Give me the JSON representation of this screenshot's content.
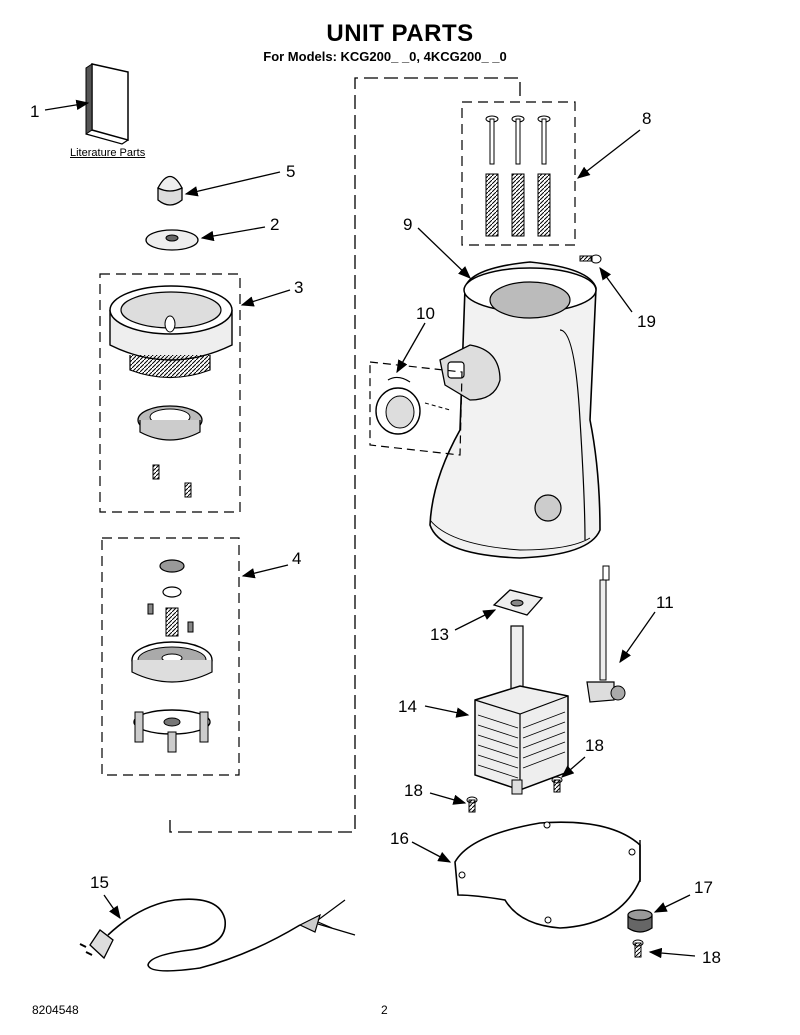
{
  "header": {
    "title": "UNIT PARTS",
    "subtitle": "For Models: KCG200_ _0, 4KCG200_ _0"
  },
  "literature_label": "Literature Parts",
  "callouts": {
    "c1": "1",
    "c2": "2",
    "c3": "3",
    "c4": "4",
    "c5": "5",
    "c8": "8",
    "c9": "9",
    "c10": "10",
    "c11": "11",
    "c13": "13",
    "c14": "14",
    "c15": "15",
    "c16": "16",
    "c17": "17",
    "c18a": "18",
    "c18b": "18",
    "c18c": "18",
    "c19": "19"
  },
  "footer": {
    "doc_number": "8204548",
    "page_number": "2"
  },
  "colors": {
    "line": "#000000",
    "shade": "#bfbfbf",
    "dark": "#555555"
  }
}
